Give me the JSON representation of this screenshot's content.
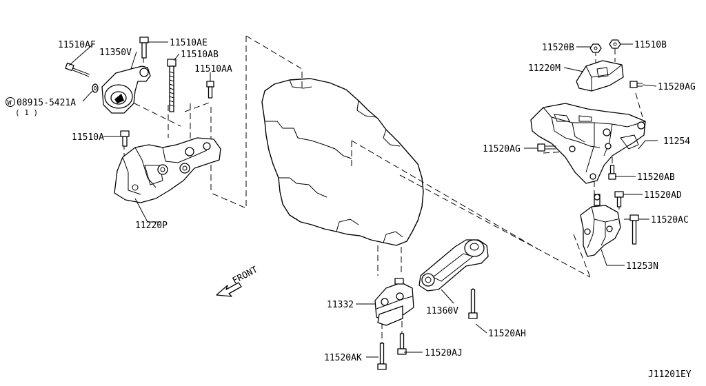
{
  "parts": {
    "p11510AF": "11510AF",
    "p11350V": "11350V",
    "p11510AE": "11510AE",
    "p11510AB": "11510AB",
    "p11510AA": "11510AA",
    "washer_circle": "W",
    "washer_code": "08915-5421A",
    "washer_qty": "( 1 )",
    "p11510A": "11510A",
    "p11220P": "11220P",
    "front": "FRONT",
    "p11332": "11332",
    "p11360V": "11360V",
    "p11520AK": "11520AK",
    "p11520AJ": "11520AJ",
    "p11520AH": "11520AH",
    "p11520B": "11520B",
    "p11510B": "11510B",
    "p11220M": "11220M",
    "p11520AG_top": "11520AG",
    "p11254": "11254",
    "p11520AG_left": "11520AG",
    "p11520AB": "11520AB",
    "p11520AD": "11520AD",
    "p11520AC": "11520AC",
    "p11253N": "11253N"
  },
  "diagram_id": "J11201EY"
}
